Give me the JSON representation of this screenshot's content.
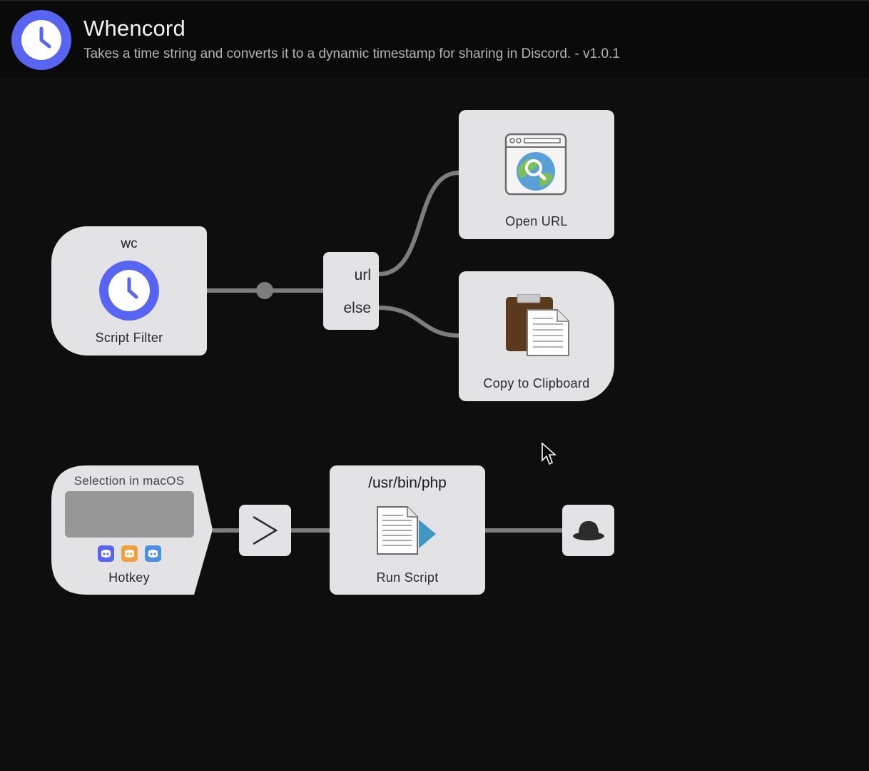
{
  "app": {
    "title": "Whencord",
    "subtitle": "Takes a time string and converts it to a dynamic timestamp for sharing in Discord. - v1.0.1",
    "icon": "clock-icon",
    "accent_color": "#5865f2"
  },
  "nodes": {
    "script_filter": {
      "keyword": "wc",
      "label": "Script Filter",
      "icon": "clock-icon"
    },
    "conditional": {
      "conditions": [
        "url",
        "else"
      ]
    },
    "open_url": {
      "label": "Open URL",
      "icon": "browser-globe-icon"
    },
    "copy_clipboard": {
      "label": "Copy to Clipboard",
      "icon": "clipboard-icon"
    },
    "hotkey": {
      "argument_label": "Selection in macOS",
      "label": "Hotkey",
      "icons": [
        "discord-blue-icon",
        "discord-yellow-icon",
        "discord-blue-icon"
      ],
      "icon_colors": [
        "#5865f2",
        "#f0a03c",
        "#4d8fe0"
      ]
    },
    "arg_utility": {
      "icon": "greater-than-icon"
    },
    "run_script": {
      "language": "/usr/bin/php",
      "label": "Run Script",
      "icon": "script-run-icon"
    },
    "alfred": {
      "icon": "alfred-hat-icon"
    }
  }
}
